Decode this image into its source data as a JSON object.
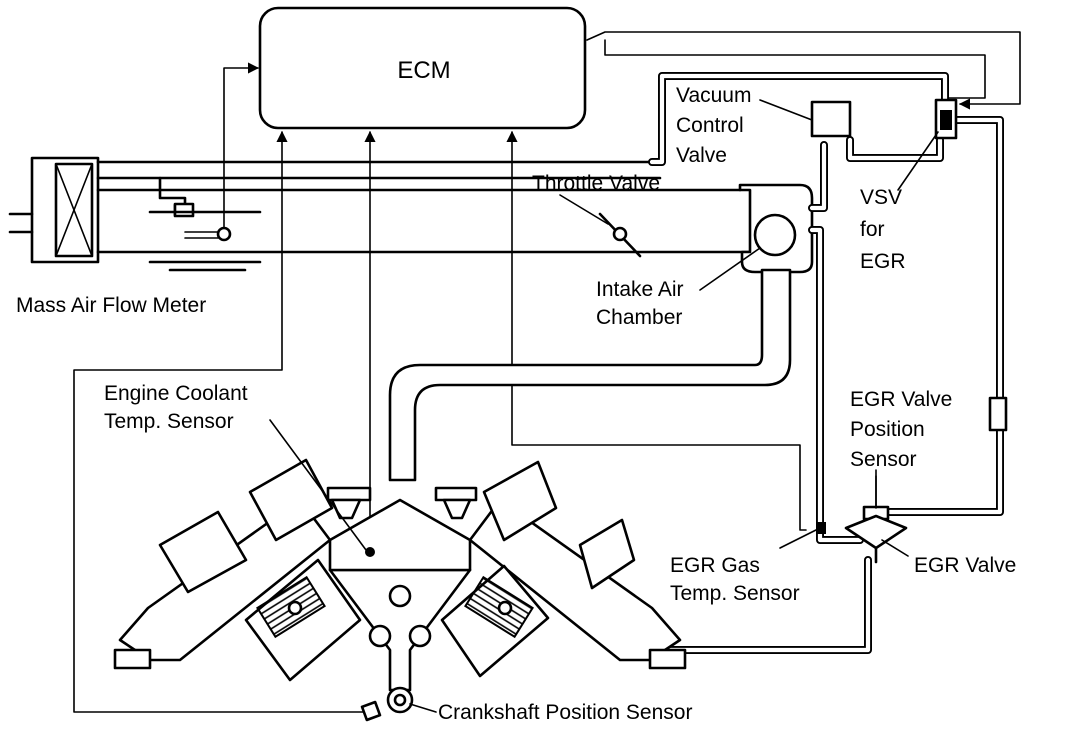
{
  "labels": {
    "ecm": "ECM",
    "vacuum_control_valve": [
      "Vacuum",
      "Control",
      "Valve"
    ],
    "throttle_valve": "Throttle Valve",
    "vsv_for_egr": [
      "VSV",
      "for",
      "EGR"
    ],
    "intake_air_chamber": [
      "Intake Air",
      "Chamber"
    ],
    "mass_air_flow_meter": "Mass Air Flow Meter",
    "engine_coolant_temp_sensor": [
      "Engine Coolant",
      "Temp. Sensor"
    ],
    "egr_valve_position_sensor": [
      "EGR Valve",
      "Position",
      "Sensor"
    ],
    "egr_valve": "EGR Valve",
    "egr_gas_temp_sensor": [
      "EGR Gas",
      "Temp. Sensor"
    ],
    "crankshaft_position_sensor": "Crankshaft Position Sensor"
  }
}
